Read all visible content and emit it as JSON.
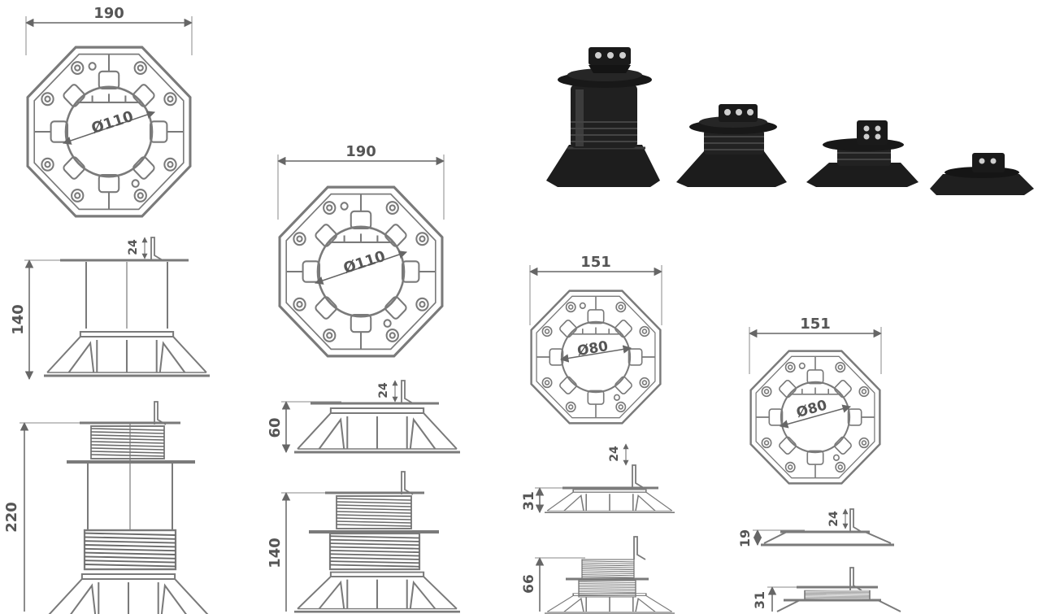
{
  "dimensions": {
    "large_top_view": {
      "width": "190",
      "diameter": "Ø110"
    },
    "large_tall_side": {
      "height": "140",
      "tab": "24"
    },
    "large_extended_side": {
      "height": "220"
    },
    "large2_top_view": {
      "width": "190",
      "diameter": "Ø110"
    },
    "large2_side": {
      "height": "60",
      "tab": "24"
    },
    "large2_extended_side": {
      "height": "140"
    },
    "medium_top_view": {
      "width": "151",
      "diameter": "Ø80"
    },
    "medium_side": {
      "height": "31",
      "tab": "24"
    },
    "medium_extended_side": {
      "height": "66"
    },
    "small_top_view": {
      "width": "151",
      "diameter": "Ø80"
    },
    "small_side": {
      "height": "19",
      "tab": "24"
    },
    "small_extended_side": {
      "height": "31"
    }
  },
  "colors": {
    "drawing": "#7a7a7a",
    "dimension": "#555555",
    "product": "#1c1c1c"
  },
  "photo": {
    "products": [
      "large-pedestal",
      "medium-pedestal",
      "small-pedestal",
      "mini-pedestal"
    ]
  }
}
